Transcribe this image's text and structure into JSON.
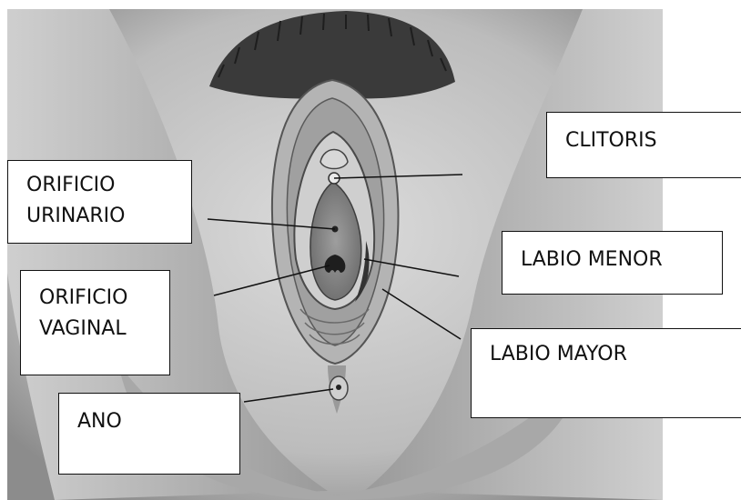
{
  "figure": {
    "labels": {
      "clitoris": "CLITORIS",
      "orificio_urinario": [
        "ORIFICIO",
        "URINARIO"
      ],
      "labio_menor": "LABIO MENOR",
      "orificio_vaginal": [
        "ORIFICIO",
        "VAGINAL"
      ],
      "labio_mayor": "LABIO MAYOR",
      "ano": "ANO"
    }
  }
}
